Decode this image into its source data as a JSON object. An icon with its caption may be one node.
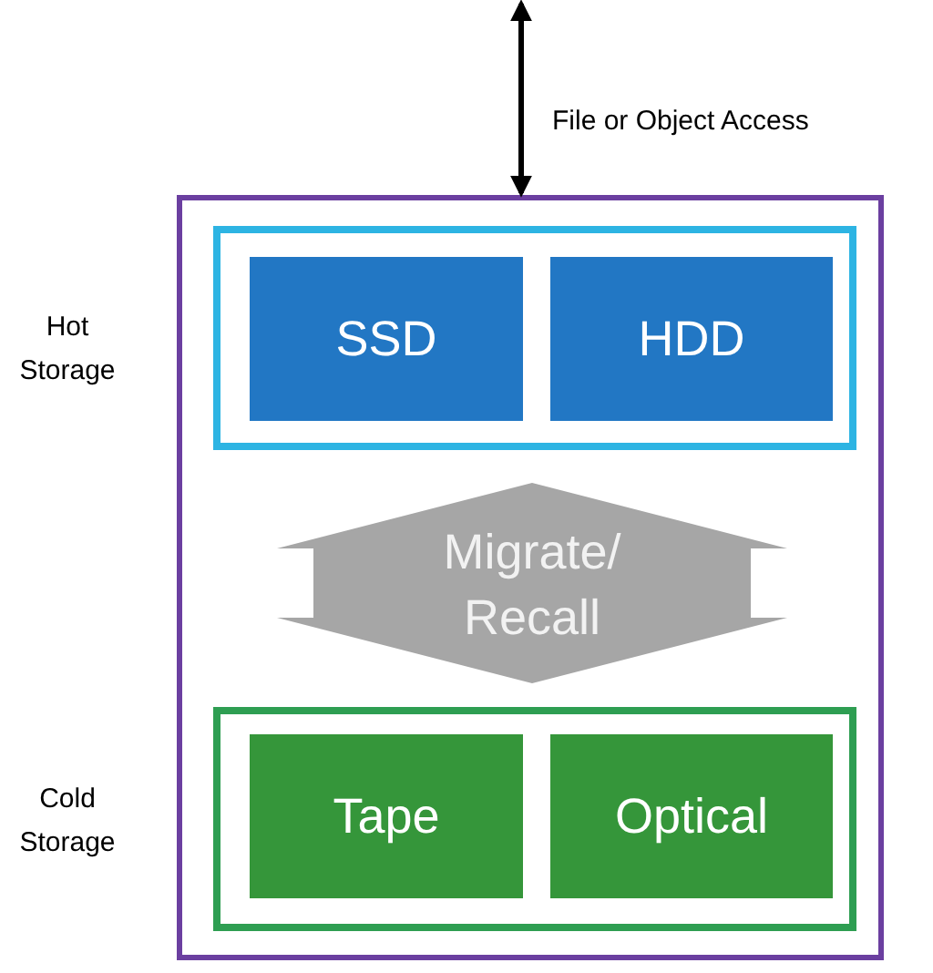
{
  "diagram": {
    "nodes": [
      {
        "text": [],
        "shape": "box"
      },
      {
        "text": [],
        "shape": "box",
        "in": 0,
        "beside": [
          "Hot Storage"
        ]
      },
      {
        "text": [
          "SSD"
        ],
        "in": 1
      },
      {
        "text": [
          "HDD"
        ],
        "in": 1
      },
      {
        "text": [],
        "shape": "box",
        "in": 0,
        "beside": [
          "Cold Storage"
        ]
      },
      {
        "text": [
          "Tape"
        ],
        "in": 4
      },
      {
        "text": [
          "Optical"
        ],
        "in": 4
      }
    ],
    "edges": [
      {
        "from": null,
        "to": 0,
        "arrow": "both",
        "label": "File or Object Access"
      },
      {
        "from": 1,
        "to": 4,
        "arrow": "both",
        "label": "Migrate/ Recall",
        "style": "thick",
        "color": "#a6a6a6"
      }
    ]
  }
}
